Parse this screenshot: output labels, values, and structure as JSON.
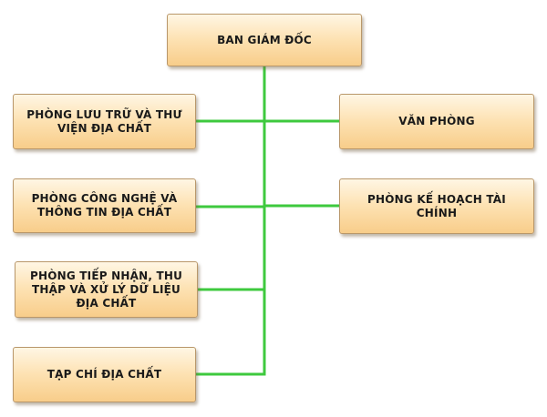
{
  "nodes": {
    "director": "BAN GIÁM ĐỐC",
    "archive": "PHÒNG LƯU TRỮ VÀ THƯ VIỆN ĐỊA CHẤT",
    "office": "VĂN PHÒNG",
    "technology": "PHÒNG CÔNG NGHỆ VÀ THÔNG TIN ĐỊA CHẤT",
    "planning": "PHÒNG KẾ HOẠCH TÀI CHÍNH",
    "intake": "PHÒNG TIẾP NHẬN, THU THẬP VÀ XỬ LÝ DỮ LIỆU ĐỊA CHẤT",
    "journal": "TẠP CHÍ ĐỊA CHẤT"
  },
  "colors": {
    "connector": "#3ec93e",
    "box_border": "#b9976a",
    "box_fill_top": "#fff6e4",
    "box_fill_bottom": "#f8cd8a"
  }
}
